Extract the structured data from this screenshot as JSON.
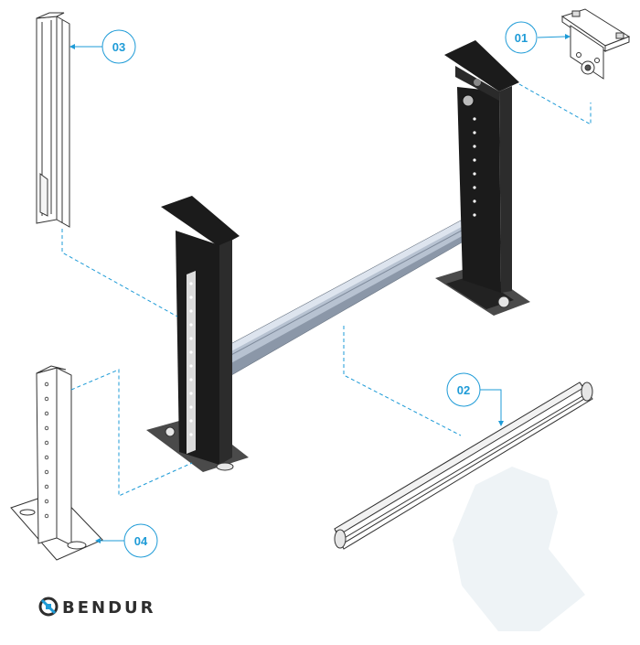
{
  "brand": {
    "name": "BENDUR",
    "logo_icon": "bendur-logo-icon",
    "text_color": "#2e2e2e",
    "accent_color": "#1e9bd7"
  },
  "diagram": {
    "colors": {
      "callout": "#1e9bd7",
      "frame": "#1b1b1b",
      "beam_light": "#c5cfdc",
      "beam_mid": "#9aa8ba",
      "part_outline": "#333333",
      "watermark": "#eef3f6"
    },
    "callouts": [
      {
        "id": "01",
        "label": "01"
      },
      {
        "id": "02",
        "label": "02"
      },
      {
        "id": "03",
        "label": "03"
      },
      {
        "id": "04",
        "label": "04"
      }
    ]
  }
}
